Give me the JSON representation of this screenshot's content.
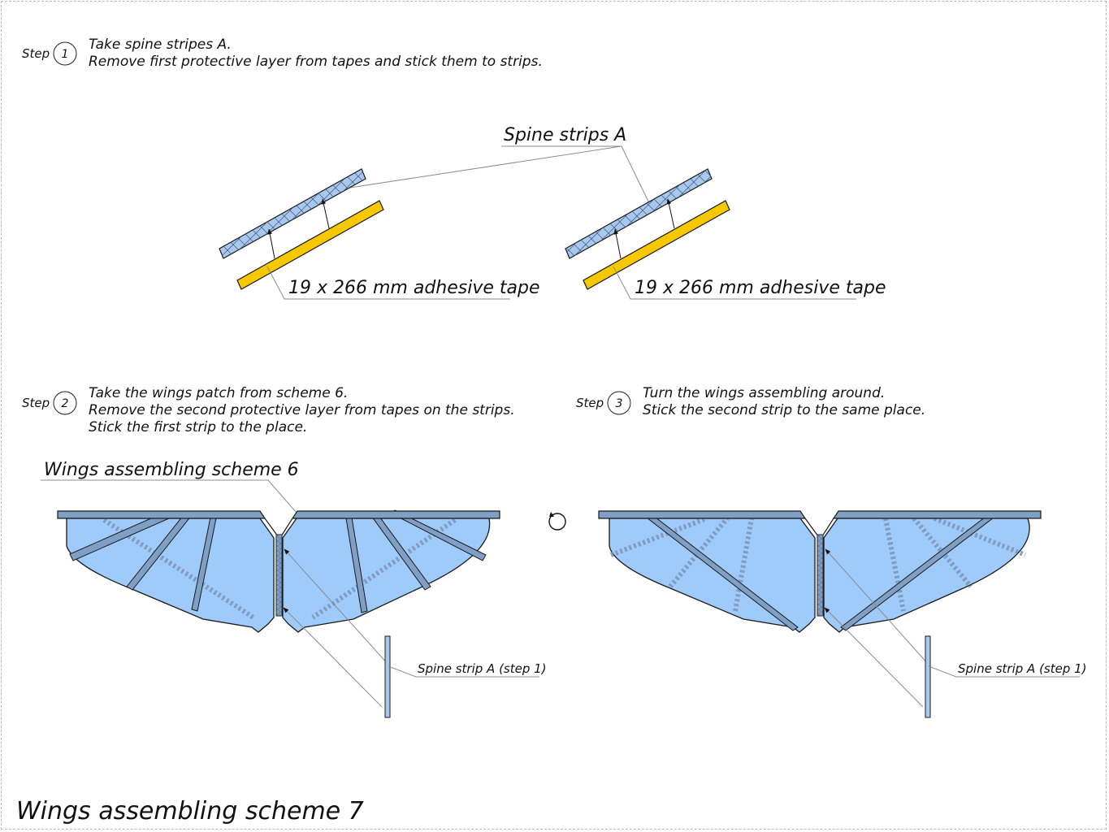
{
  "colors": {
    "strip_blue": "#a9c8ee",
    "tape_yellow": "#f5c800",
    "wing_fill": "#9fcbfb",
    "spar_fill": "#7f9fc4",
    "outline": "#1a1a1a",
    "leader": "#8c8c8c"
  },
  "step1": {
    "word": "Step",
    "number": "1",
    "lines": [
      "Take spine stripes A.",
      "Remove first protective layer from tapes and stick them to strips."
    ]
  },
  "step2": {
    "word": "Step",
    "number": "2",
    "lines": [
      "Take the wings patch from scheme 6.",
      "Remove the second protective layer from tapes on the strips.",
      "Stick the first strip to the place."
    ]
  },
  "step3": {
    "word": "Step",
    "number": "3",
    "lines": [
      "Turn the wings assembling around.",
      "Stick the second strip to the same place."
    ]
  },
  "labels": {
    "spine_strips": "Spine strips A",
    "tape_left": "19 x 266 mm adhesive tape",
    "tape_right": "19 x 266 mm adhesive tape",
    "wings_scheme6": "Wings assembling scheme 6",
    "spine_ref_left": "Spine strip A (step 1)",
    "spine_ref_right": "Spine strip A (step 1)"
  },
  "icons": {
    "rotate": "rotate-icon"
  },
  "title": "Wings assembling scheme 7"
}
